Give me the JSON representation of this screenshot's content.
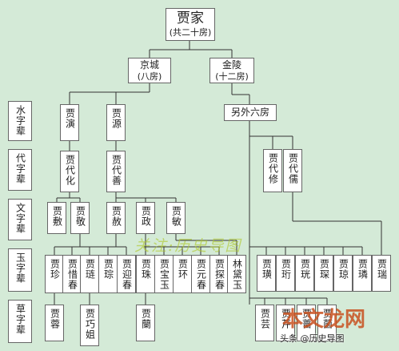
{
  "tree": {
    "root": {
      "name": "贾家",
      "note": "(共二十房)"
    },
    "branches": [
      {
        "name": "京城",
        "note": "(八房)"
      },
      {
        "name": "金陵",
        "note": "(十二房)"
      }
    ],
    "generations": [
      "水字辈",
      "代字辈",
      "文字辈",
      "玉字辈",
      "草字辈"
    ],
    "nodes": [
      {
        "id": "jiayan",
        "label": "贾演",
        "parent": "jingcheng"
      },
      {
        "id": "jiayuan",
        "label": "贾源",
        "parent": "jingcheng"
      },
      {
        "id": "liuwai",
        "label": "另外六房",
        "parent": "jinling"
      },
      {
        "id": "daihua",
        "label": "贾代化",
        "parent": "jiayan"
      },
      {
        "id": "daishan",
        "label": "贾代善",
        "parent": "jiayuan"
      },
      {
        "id": "daixiu",
        "label": "贾代修",
        "parent": "liuwai"
      },
      {
        "id": "dairu",
        "label": "贾代儒",
        "parent": "liuwai"
      },
      {
        "id": "fu",
        "label": "贾敷",
        "parent": "daihua"
      },
      {
        "id": "jing",
        "label": "贾敬",
        "parent": "daihua"
      },
      {
        "id": "she",
        "label": "贾赦",
        "parent": "daishan"
      },
      {
        "id": "zheng",
        "label": "贾政",
        "parent": "daishan"
      },
      {
        "id": "min",
        "label": "贾敏",
        "parent": "daishan"
      },
      {
        "id": "zhen",
        "label": "贾珍",
        "parent": "jing"
      },
      {
        "id": "xichun",
        "label": "贾惜春",
        "parent": "jing"
      },
      {
        "id": "lian",
        "label": "贾琏",
        "parent": "she"
      },
      {
        "id": "cong",
        "label": "贾琮",
        "parent": "she"
      },
      {
        "id": "yingchun",
        "label": "贾迎春",
        "parent": "she"
      },
      {
        "id": "zhu",
        "label": "贾珠",
        "parent": "zheng"
      },
      {
        "id": "baoyu",
        "label": "贾宝玉",
        "parent": "zheng"
      },
      {
        "id": "huan",
        "label": "贾环",
        "parent": "zheng"
      },
      {
        "id": "yuanchun",
        "label": "贾元春",
        "parent": "zheng"
      },
      {
        "id": "tanchun",
        "label": "贾探春",
        "parent": "zheng"
      },
      {
        "id": "daiyu",
        "label": "林黛玉",
        "parent": "min"
      },
      {
        "id": "huang",
        "label": "贾璜",
        "parent": "liuwai"
      },
      {
        "id": "heng",
        "label": "贾珩",
        "parent": "liuwai"
      },
      {
        "id": "guang",
        "label": "贾珖",
        "parent": "liuwai"
      },
      {
        "id": "chen",
        "label": "贾琛",
        "parent": "liuwai"
      },
      {
        "id": "qiong",
        "label": "贾琼",
        "parent": "liuwai"
      },
      {
        "id": "lin",
        "label": "贾璘",
        "parent": "liuwai"
      },
      {
        "id": "rui",
        "label": "贾瑞",
        "parent": "dairu"
      },
      {
        "id": "rong",
        "label": "贾蓉",
        "parent": "zhen"
      },
      {
        "id": "qiaojie",
        "label": "贾巧姐",
        "parent": "lian"
      },
      {
        "id": "lan",
        "label": "贾蘭",
        "parent": "zhu"
      },
      {
        "id": "yun",
        "label": "贾芸",
        "parent": "liuwai"
      },
      {
        "id": "qin",
        "label": "贾芹",
        "parent": "liuwai"
      },
      {
        "id": "qiang",
        "label": "贾蔷",
        "parent": "liuwai"
      },
      {
        "id": "jun",
        "label": "贾菌",
        "parent": "liuwai"
      }
    ]
  },
  "watermark": "关注:历史导图",
  "logo": "本文龙网",
  "credit": "头条 @历史导图"
}
